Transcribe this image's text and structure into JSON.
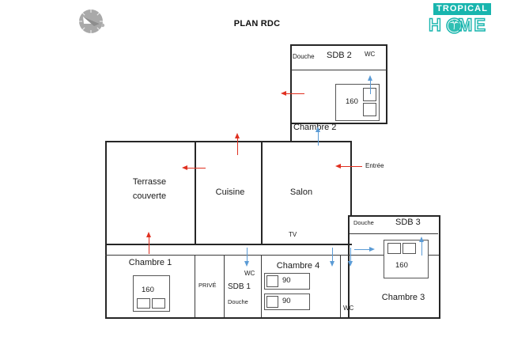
{
  "page": {
    "title": "PLAN RDC"
  },
  "logo": {
    "top_word": "TROPICAL",
    "bottom_word": "HØME",
    "bottom_left": "H",
    "bottom_right": "ME",
    "icon": "palm-tree-icon",
    "color": "#18b5ae"
  },
  "compass": {
    "icon": "compass-rose-icon",
    "color": "#a0a0a0"
  },
  "rooms": [
    {
      "id": "douche-2",
      "label": "Douche"
    },
    {
      "id": "sdb-2",
      "label": "SDB 2"
    },
    {
      "id": "wc-2",
      "label": "WC"
    },
    {
      "id": "chambre-2",
      "label": "Chambre 2"
    },
    {
      "id": "terrasse",
      "label_line1": "Terrasse",
      "label_line2": "couverte"
    },
    {
      "id": "cuisine",
      "label": "Cuisine"
    },
    {
      "id": "salon",
      "label": "Salon"
    },
    {
      "id": "tv",
      "label": "TV"
    },
    {
      "id": "entree",
      "label": "Entrée"
    },
    {
      "id": "douche-3",
      "label": "Douche"
    },
    {
      "id": "sdb-3",
      "label": "SDB 3"
    },
    {
      "id": "chambre-3",
      "label": "Chambre 3"
    },
    {
      "id": "chambre-1",
      "label": "Chambre 1"
    },
    {
      "id": "prive",
      "label": "PRIVÉ"
    },
    {
      "id": "sdb-1",
      "label": "SDB 1"
    },
    {
      "id": "douche-1",
      "label": "Douche"
    },
    {
      "id": "wc-1",
      "label": "WC"
    },
    {
      "id": "chambre-4",
      "label": "Chambre 4"
    },
    {
      "id": "wc-4",
      "label": "WC"
    }
  ],
  "beds": [
    {
      "id": "bed-chambre-2",
      "size": "160",
      "room": "Chambre 2"
    },
    {
      "id": "bed-chambre-3",
      "size": "160",
      "room": "Chambre 3"
    },
    {
      "id": "bed-chambre-1",
      "size": "160",
      "room": "Chambre 1"
    },
    {
      "id": "bed-chambre-4-a",
      "size": "90",
      "room": "Chambre 4"
    },
    {
      "id": "bed-chambre-4-b",
      "size": "90",
      "room": "Chambre 4"
    }
  ],
  "legend": {
    "red_arrow_color": "#e03020",
    "blue_arrow_color": "#5b9bd5",
    "wall_color": "#262626"
  }
}
